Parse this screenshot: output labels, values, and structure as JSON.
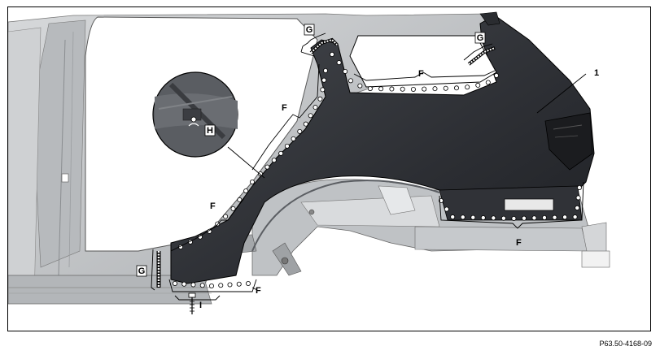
{
  "labels": {
    "part_1": "1",
    "F": "F",
    "G": "G",
    "H": "H",
    "I": "I"
  },
  "reference_code": "P63.50-4168-09",
  "colors": {
    "panel_dark": "#2a2c30",
    "panel_mid": "#3a3d42",
    "body_light": "#c9cbcd",
    "body_mid": "#a7aaad",
    "outline": "#000000",
    "weld_dot": "#ffffff"
  }
}
